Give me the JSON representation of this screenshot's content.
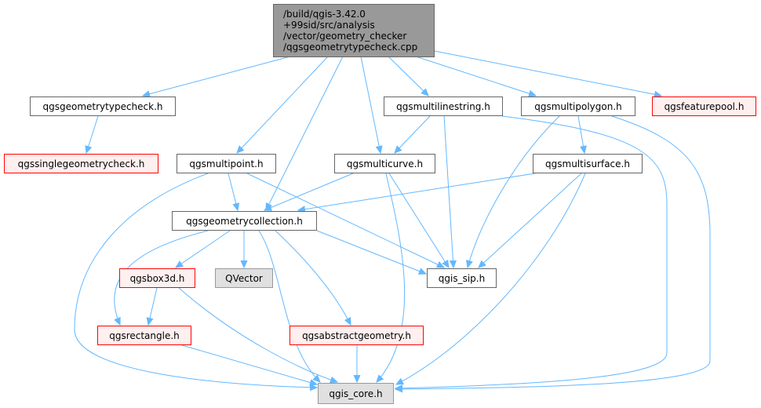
{
  "root": {
    "lines": [
      "/build/qgis-3.42.0",
      "+99sid/src/analysis",
      "/vector/geometry_checker",
      "/qgsgeometrytypecheck.cpp"
    ]
  },
  "nodes": {
    "qgsgeometrytypecheck_h": "qgsgeometrytypecheck.h",
    "qgsmultilinestring_h": "qgsmultilinestring.h",
    "qgsmultipolygon_h": "qgsmultipolygon.h",
    "qgsfeaturepool_h": "qgsfeaturepool.h",
    "qgssinglegeometrycheck_h": "qgssinglegeometrycheck.h",
    "qgsmultipoint_h": "qgsmultipoint.h",
    "qgsmulticurve_h": "qgsmulticurve.h",
    "qgsmultisurface_h": "qgsmultisurface.h",
    "qgsgeometrycollection_h": "qgsgeometrycollection.h",
    "qgsbox3d_h": "qgsbox3d.h",
    "qvector": "QVector",
    "qgis_sip_h": "qgis_sip.h",
    "qgsrectangle_h": "qgsrectangle.h",
    "qgsabstractgeometry_h": "qgsabstractgeometry.h",
    "qgis_core_h": "qgis_core.h"
  },
  "colors": {
    "edge": "#63b8ff",
    "node_border": "#666666",
    "missing_border": "#ff0000",
    "missing_fill": "#fff0f0",
    "external_fill": "#e0e0e0",
    "root_fill": "#999999"
  }
}
